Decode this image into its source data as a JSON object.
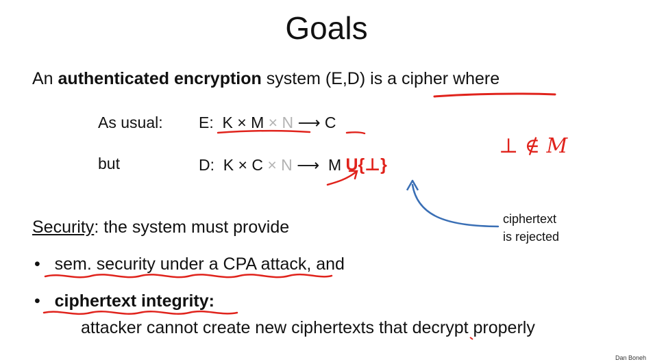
{
  "slide": {
    "title": "Goals",
    "intro": {
      "prefix": "An ",
      "bold": "authenticated encryption",
      "suffix": " system (E,D) is a cipher where"
    },
    "enc_row": {
      "label": "As usual:",
      "func": "E:",
      "domain": "K × M",
      "nonce": " × N",
      "arrow": "⟶",
      "codomain": "C"
    },
    "dec_row": {
      "label": "but",
      "func": "D:",
      "domain": "K × C",
      "nonce": " × N",
      "arrow": "⟶",
      "codomain": "M",
      "union": "U{⊥}"
    },
    "annotation_handwritten": "⊥ ∉ M",
    "callout": {
      "line1": "ciphertext",
      "line2": "is rejected"
    },
    "security": {
      "label": "Security",
      "rest": ":   the system must provide"
    },
    "bullets": [
      {
        "marker": "•",
        "text": "sem. security under a CPA attack",
        "suffix": ",  and"
      },
      {
        "marker": "•",
        "text": "ciphertext integrity:"
      }
    ],
    "integrity_detail": "attacker cannot create new ciphertexts that decrypt properly",
    "credit": "Dan Boneh"
  }
}
